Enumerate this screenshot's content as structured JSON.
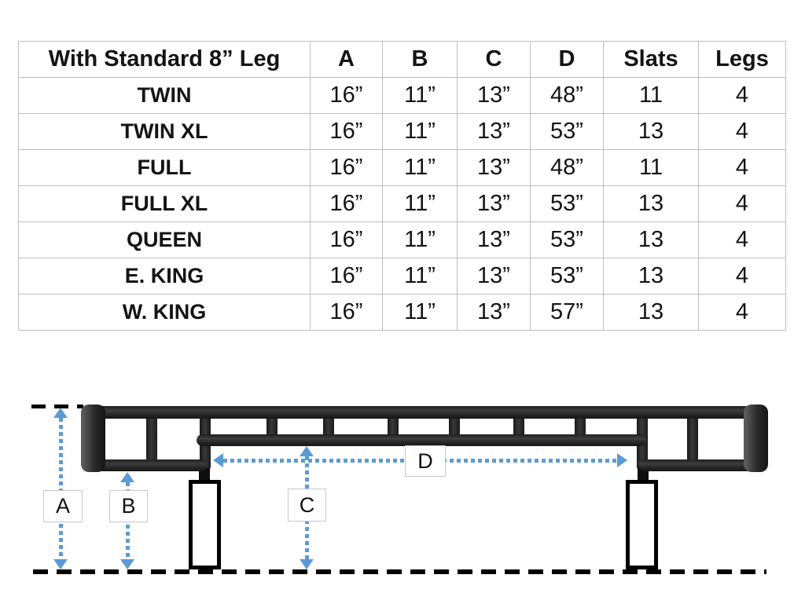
{
  "table": {
    "headers": [
      "With Standard 8” Leg",
      "A",
      "B",
      "C",
      "D",
      "Slats",
      "Legs"
    ],
    "rows": [
      {
        "label": "TWIN",
        "values": [
          "16”",
          "11”",
          "13”",
          "48”",
          "11",
          "4"
        ]
      },
      {
        "label": "TWIN XL",
        "values": [
          "16”",
          "11”",
          "13”",
          "53”",
          "13",
          "4"
        ]
      },
      {
        "label": "FULL",
        "values": [
          "16”",
          "11”",
          "13”",
          "48”",
          "11",
          "4"
        ]
      },
      {
        "label": "FULL XL",
        "values": [
          "16”",
          "11”",
          "13”",
          "53”",
          "13",
          "4"
        ]
      },
      {
        "label": "QUEEN",
        "values": [
          "16”",
          "11”",
          "13”",
          "53”",
          "13",
          "4"
        ]
      },
      {
        "label": "E. KING",
        "values": [
          "16”",
          "11”",
          "13”",
          "53”",
          "13",
          "4"
        ]
      },
      {
        "label": "W. KING",
        "values": [
          "16”",
          "11”",
          "13”",
          "57”",
          "13",
          "4"
        ]
      }
    ]
  },
  "diagram": {
    "dimension_labels": {
      "a": "A",
      "b": "B",
      "c": "C",
      "d": "D"
    }
  },
  "colors": {
    "arrow_blue": "#5B9BD5",
    "frame_dark": "#2b2b2b",
    "table_border": "#bfbfbf",
    "text": "#141414"
  }
}
